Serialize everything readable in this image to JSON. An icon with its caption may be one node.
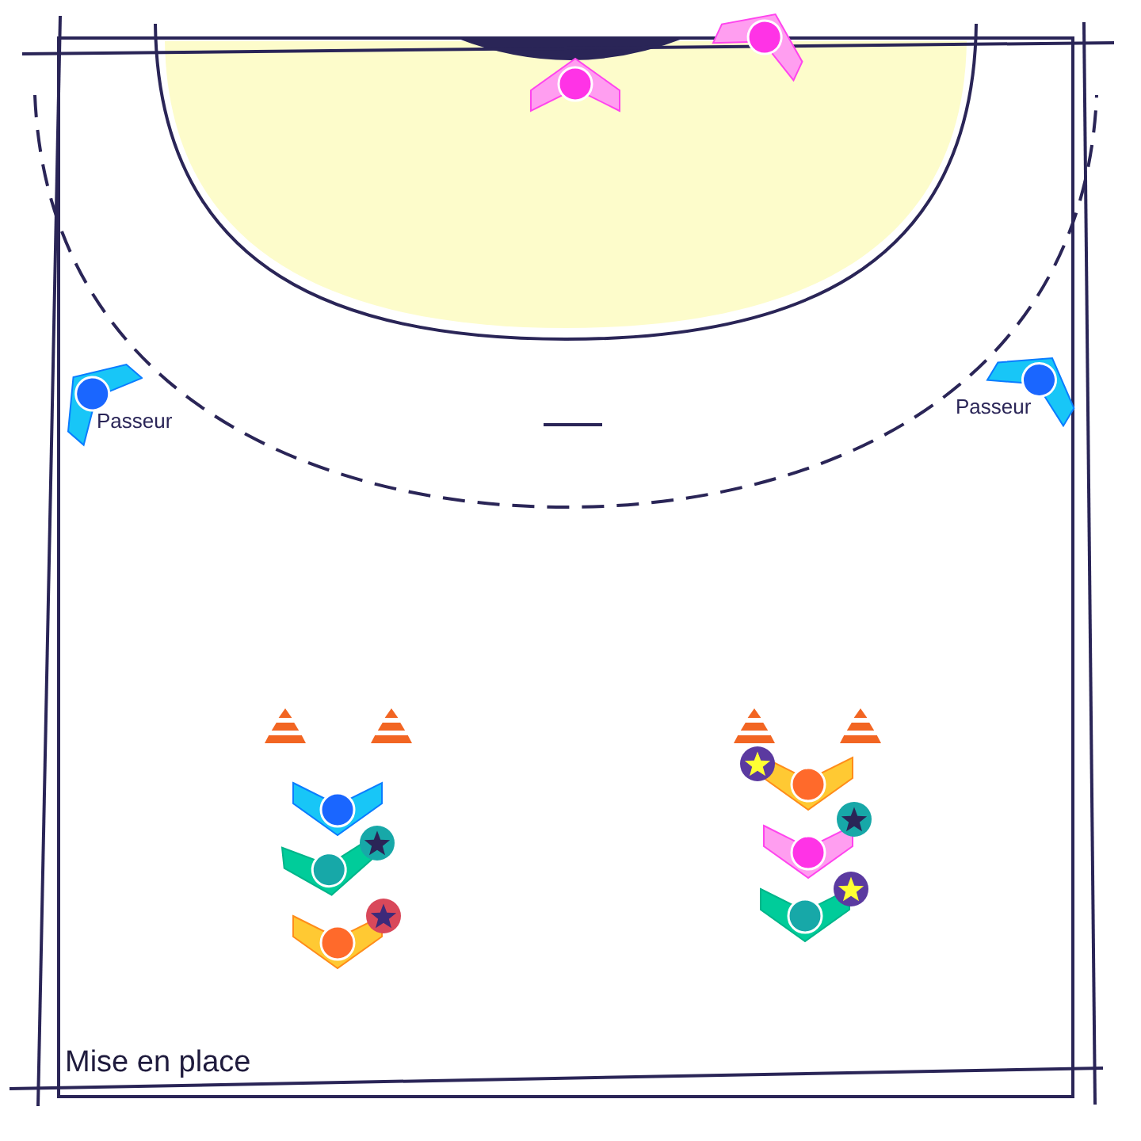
{
  "diagram": {
    "caption": "Mise en place",
    "labels": [
      "Passeur",
      "Passeur"
    ]
  }
}
